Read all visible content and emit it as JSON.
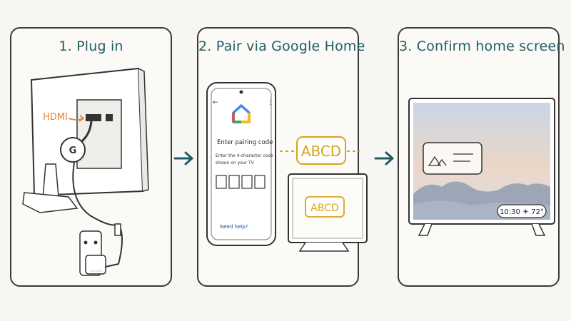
{
  "steps": [
    {
      "title": "1. Plug in",
      "port_label": "HDMI",
      "dongle_logo": "G"
    },
    {
      "title": "2. Pair via Google Home",
      "phone": {
        "heading": "Enter pairing code",
        "instructions_line1": "Enter the 4-character code",
        "instructions_line2": "shown on your TV",
        "help_link": "Need help?"
      },
      "code_callout": "ABCD",
      "tv_code": "ABCD"
    },
    {
      "title": "3. Confirm home screen",
      "clock_widget": "10:30 ☀ 72°"
    }
  ],
  "colors": {
    "title_teal": "#1f5d64",
    "accent_orange": "#e8823a",
    "code_gold": "#d9a41a",
    "arrow_teal": "#1f5d64"
  },
  "icons": [
    "arrow-right-icon",
    "google-home-icon",
    "image-placeholder-icon",
    "sun-icon"
  ]
}
